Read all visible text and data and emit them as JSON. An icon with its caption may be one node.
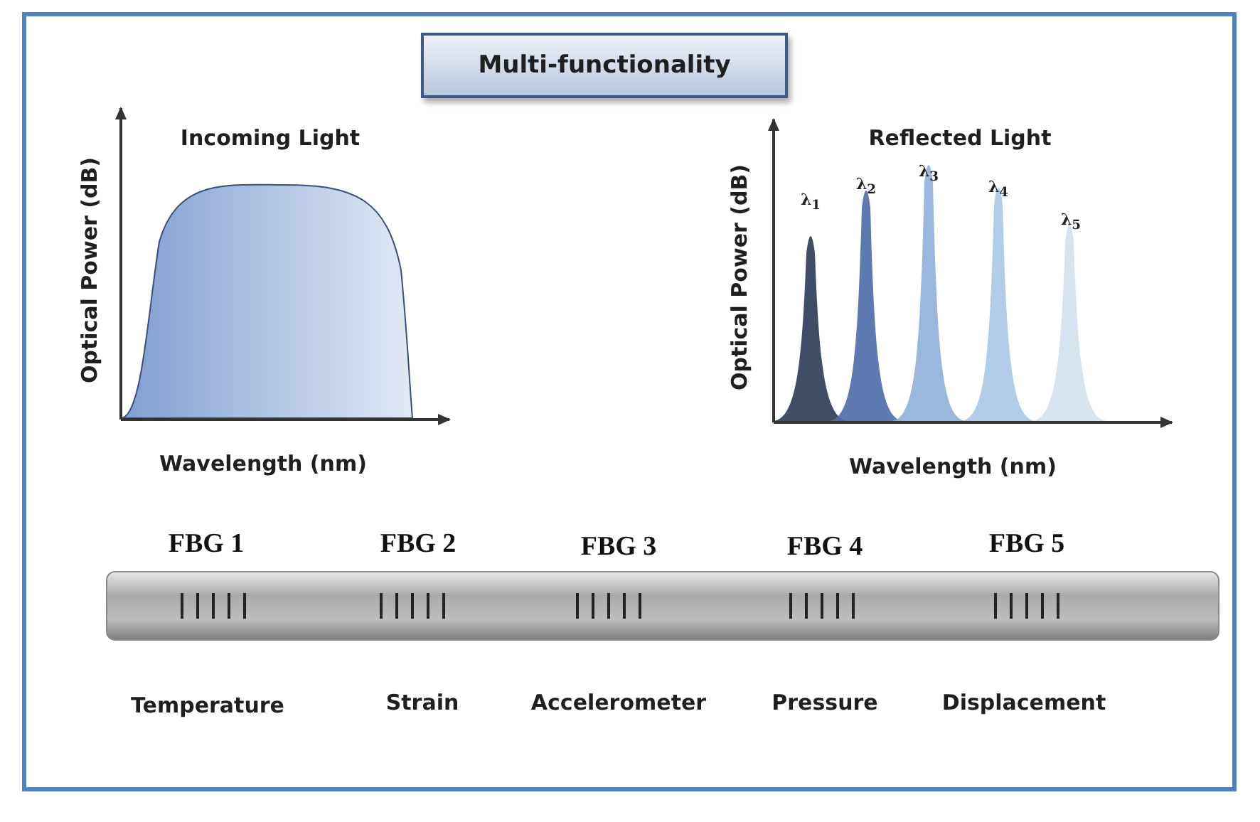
{
  "diagram": {
    "title": "Multi-functionality",
    "labels": [
      "Incoming Light",
      "Reflected Light",
      "Optical Power (dB)",
      "λ$_{1}$",
      "λ$_{2}$",
      "λ$_{3}$",
      "λ$_{4}$",
      "λ$_{5}$",
      "Optical Power (dB)",
      "Wavelength (nm)",
      "Wavelength (nm)",
      "FBG 1",
      "FBG 2",
      "FBG 3",
      "FBG 4",
      "FBG 5",
      "Temperature",
      "Strain",
      "Accelerometer",
      "Pressure",
      "Displacement"
    ]
  }
}
